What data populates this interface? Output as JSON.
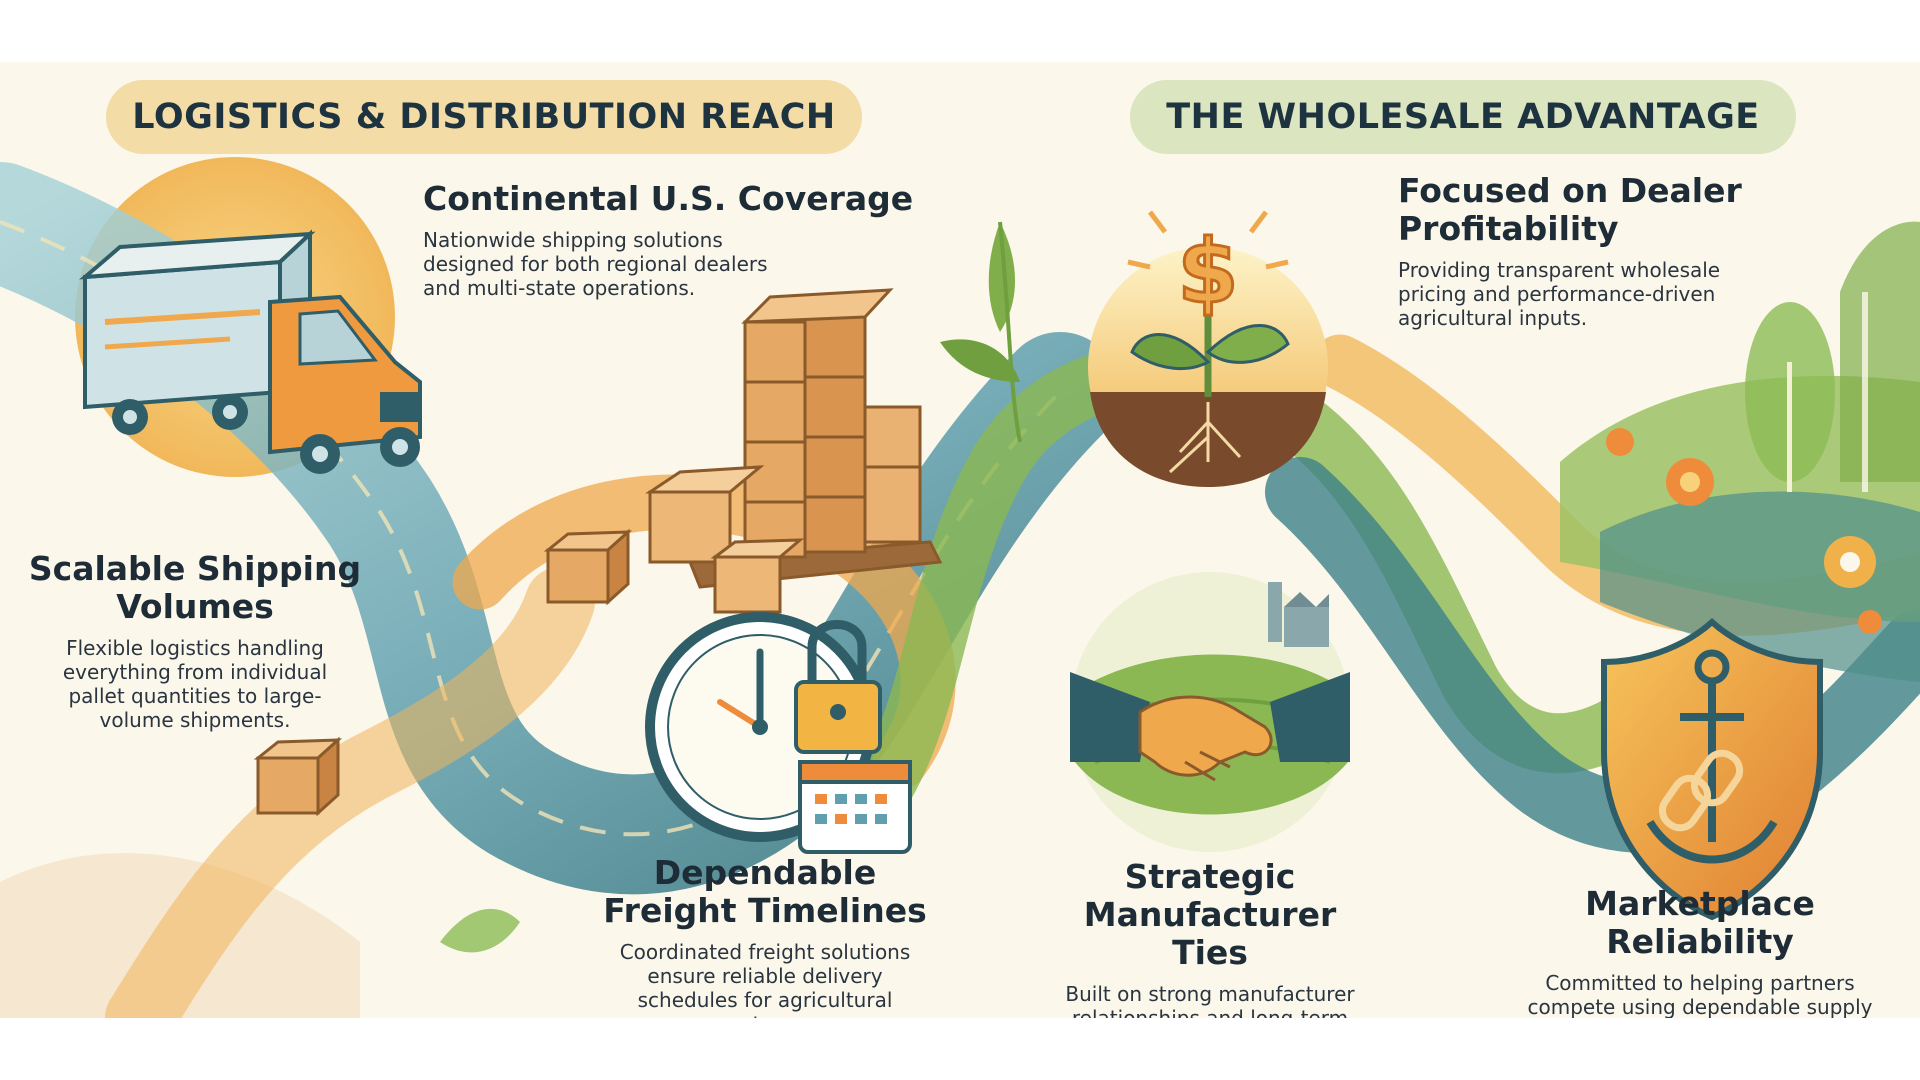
{
  "headers": {
    "left": "LOGISTICS & DISTRIBUTION REACH",
    "right": "THE WHOLESALE ADVANTAGE"
  },
  "sections": {
    "continental": {
      "title": "Continental U.S. Coverage",
      "body": "Nationwide shipping solutions designed for both regional dealers and multi-state operations."
    },
    "scalable": {
      "title": "Scalable Shipping Volumes",
      "body": "Flexible logistics handling everything from individual pallet quantities to large-volume shipments."
    },
    "freight": {
      "title": "Dependable Freight Timelines",
      "body": "Coordinated freight solutions ensure reliable delivery schedules for agricultural partners."
    },
    "profitability": {
      "title": "Focused on Dealer Profitability",
      "body": "Providing transparent wholesale pricing and performance-driven agricultural inputs."
    },
    "manufacturer": {
      "title": "Strategic Manufacturer Ties",
      "body": "Built on strong manufacturer relationships and long-term distribution partnerships."
    },
    "reliability": {
      "title": "Marketplace Reliability",
      "body": "Committed to helping partners compete using dependable supply chains and reliable products."
    }
  },
  "icons": {
    "truck": "delivery-truck-icon",
    "boxes": "pallet-boxes-icon",
    "clock": "clock-lock-calendar-icon",
    "plant": "dollar-plant-icon",
    "handshake": "handshake-icon",
    "shield": "anchor-chain-shield-icon"
  },
  "colors": {
    "teal": "#2f6f7a",
    "orange": "#e9933e",
    "green": "#7fae4a",
    "gold": "#f2b544",
    "cream": "#fbf7ea",
    "text": "#1d2c36"
  }
}
